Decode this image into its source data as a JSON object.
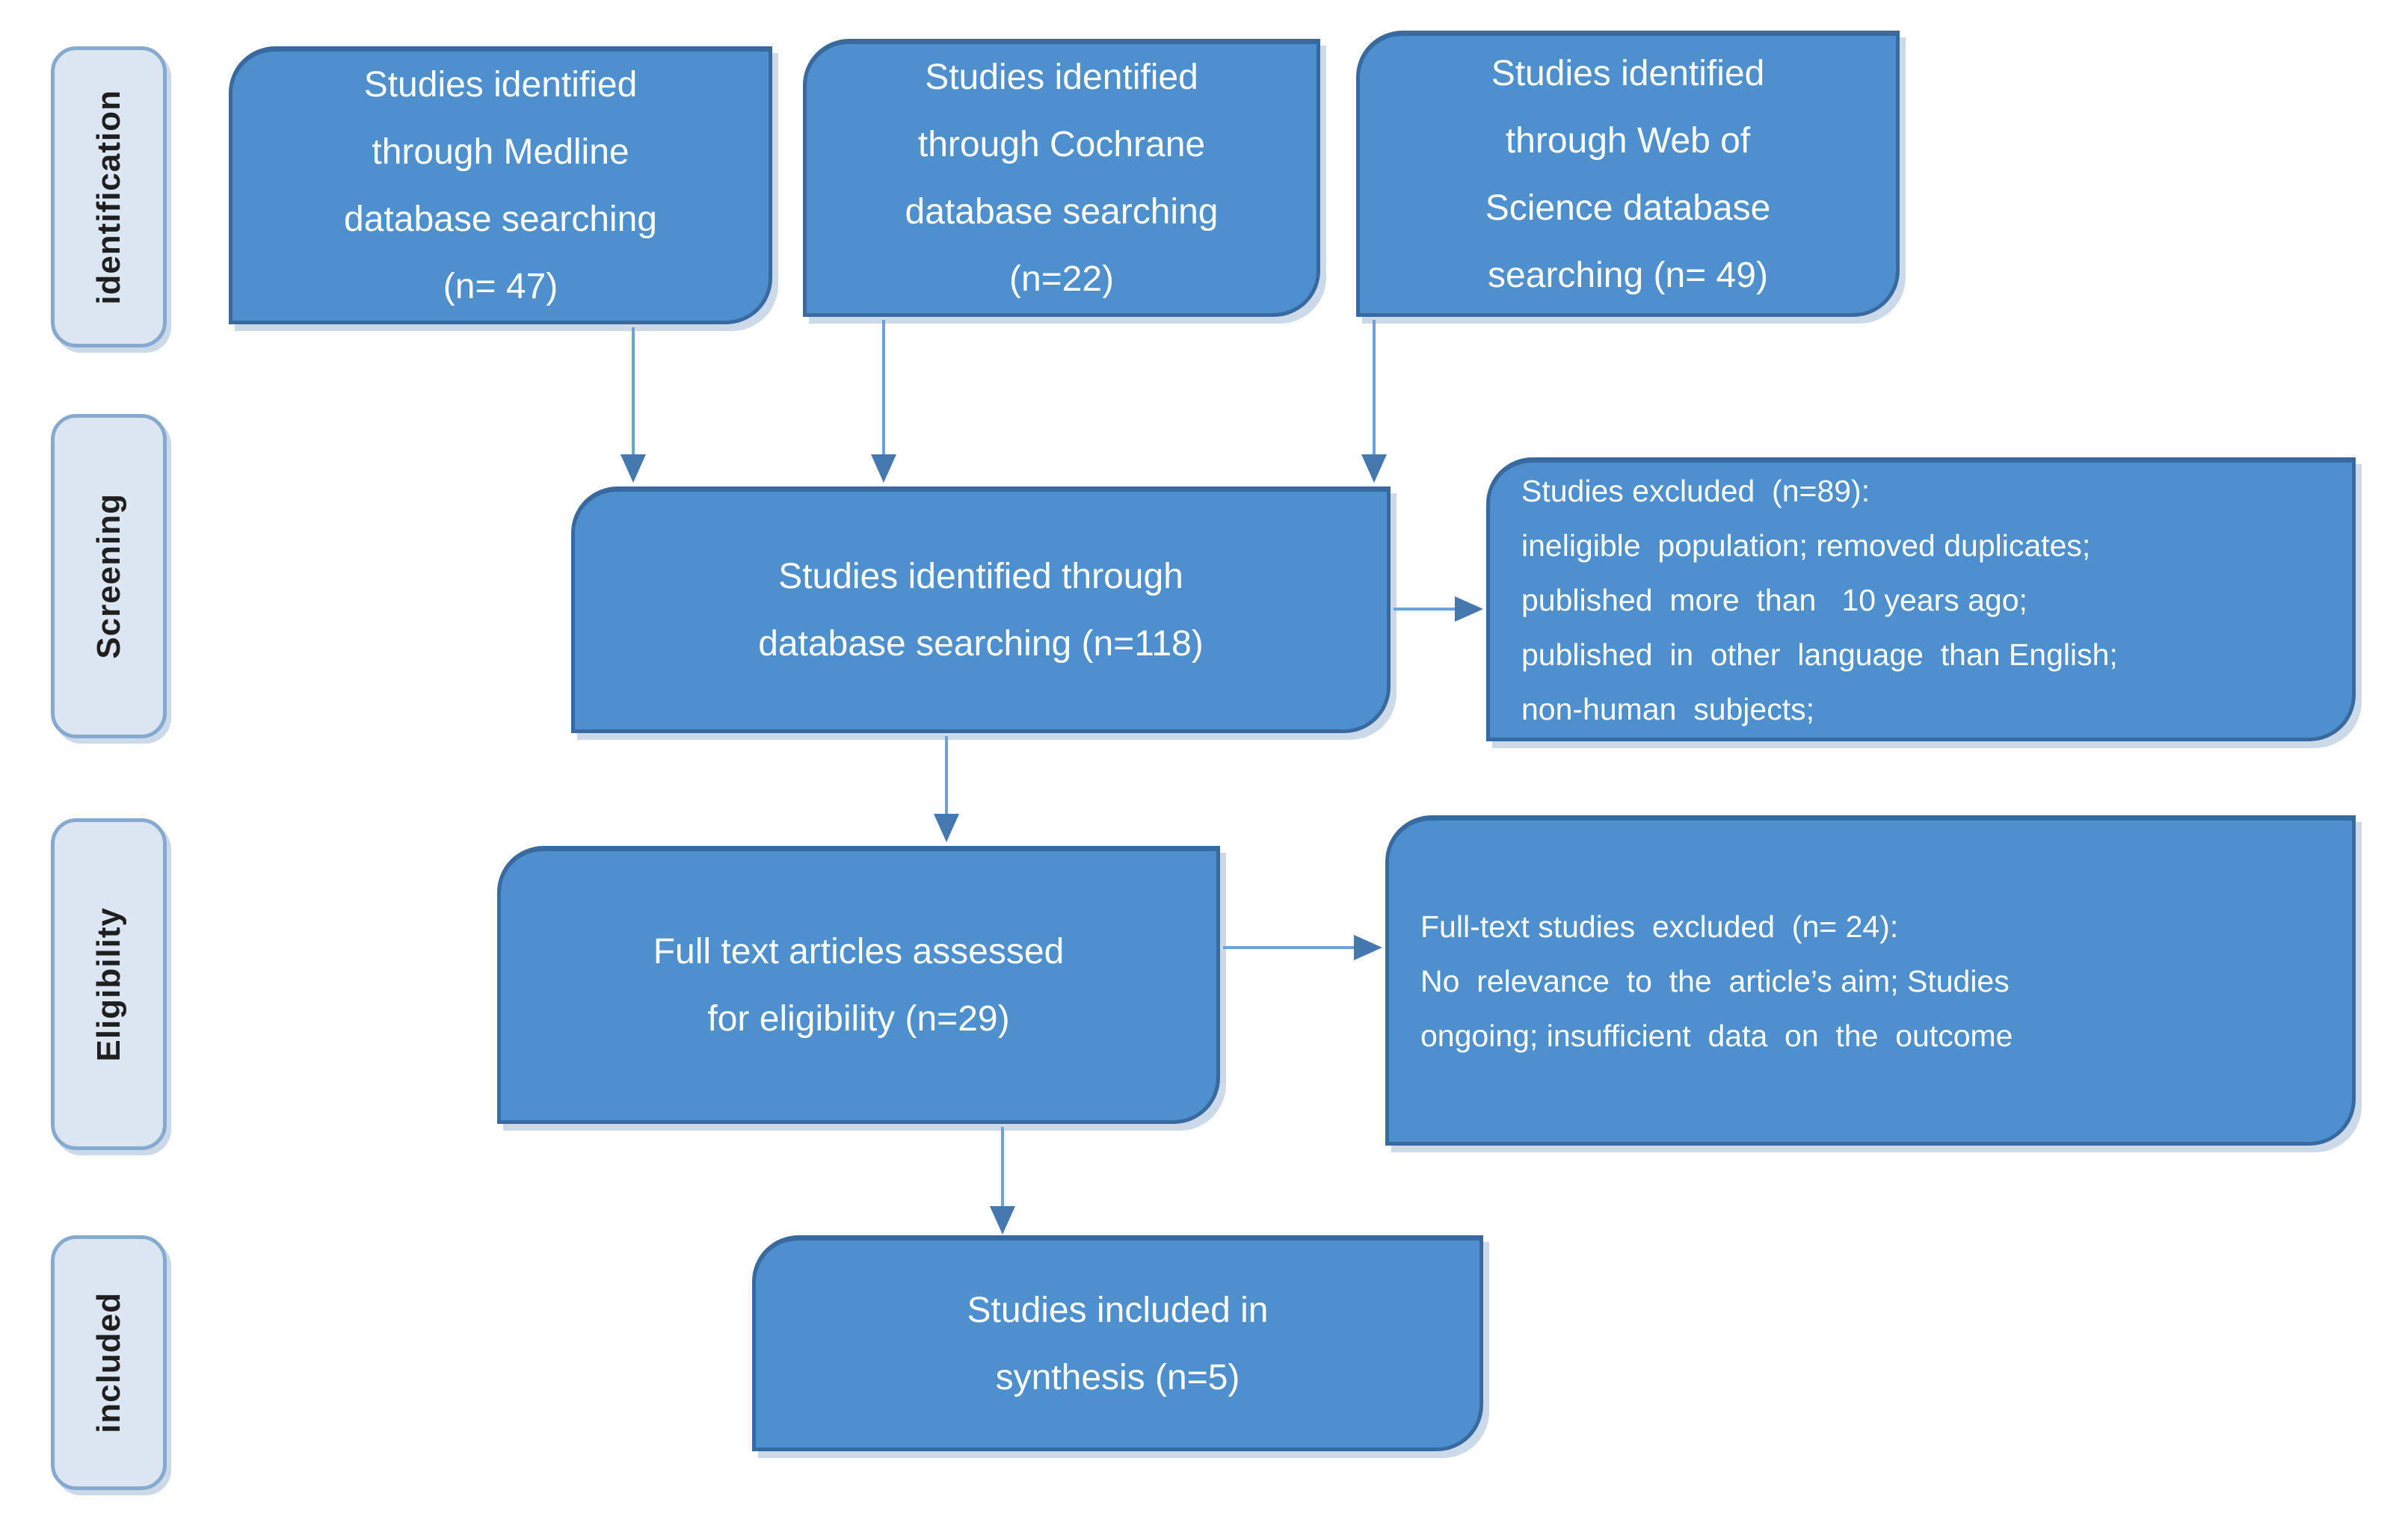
{
  "stages": [
    {
      "label": "identification"
    },
    {
      "label": "Screening"
    },
    {
      "label": "Eligibility"
    },
    {
      "label": "included"
    }
  ],
  "boxes": {
    "medline": {
      "text": "Studies identified\nthrough Medline\ndatabase searching\n(n= 47)"
    },
    "cochrane": {
      "text": "Studies identified\nthrough Cochrane\ndatabase searching\n(n=22)"
    },
    "web_of_science": {
      "text": "Studies identified\nthrough Web of\nScience database\nsearching (n= 49)"
    },
    "combined": {
      "text": "Studies identified through\ndatabase searching (n=118)"
    },
    "excluded_screening": {
      "lines": [
        "Studies excluded  (n=89):",
        "ineligible  population; removed duplicates;",
        "published  more  than   10 years ago;",
        "published  in  other  language  than English;",
        "non-human  subjects;"
      ]
    },
    "eligibility": {
      "text": "Full text articles assessed\nfor eligibility (n=29)"
    },
    "excluded_fulltext": {
      "lines": [
        "Full-text studies  excluded  (n= 24):",
        "No  relevance  to  the  article’s aim; Studies",
        "ongoing; insufficient  data  on  the  outcome"
      ]
    },
    "included": {
      "text": "Studies included in\nsynthesis (n=5)"
    }
  },
  "colors": {
    "box_fill": "#4e8fce",
    "box_border": "#38699f",
    "stage_fill": "#dce6f2",
    "stage_border": "#86a9d0",
    "arrow_line": "#6fa0d6",
    "arrow_head": "#4678b0"
  }
}
